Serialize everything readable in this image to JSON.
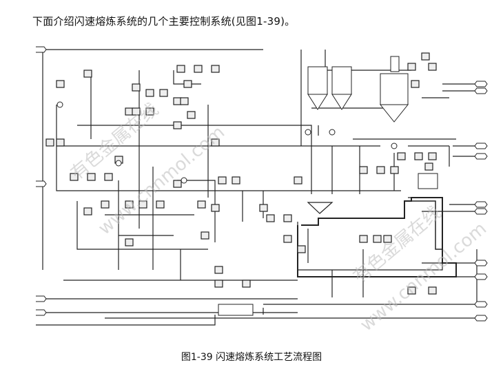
{
  "intro_text": "下面介绍闪速熔炼系统的几个主要控制系统(见图1-39)。",
  "figure": {
    "caption": "图1-39 闪速熔炼系统工艺流程图",
    "watermark": [
      "有色金属在线",
      "www.cnnmol.com"
    ]
  }
}
